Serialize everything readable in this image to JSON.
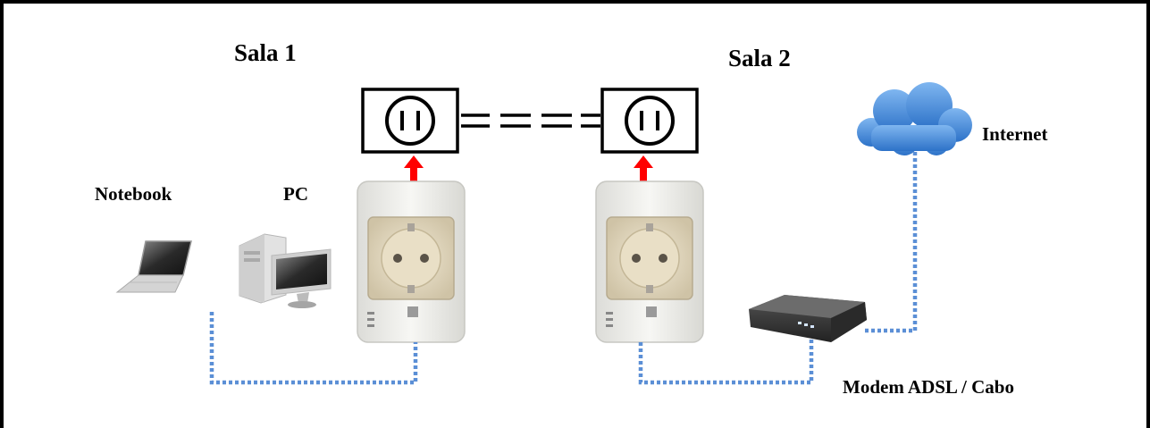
{
  "rooms": {
    "room1": "Sala 1",
    "room2": "Sala 2"
  },
  "devices": {
    "notebook": "Notebook",
    "pc": "PC",
    "internet": "Internet",
    "modem": "Modem ADSL / Cabo"
  },
  "colors": {
    "border": "#000000",
    "cable": "#5b8fd6",
    "arrow": "#ff0000",
    "adapter_body": "#f1f1ee",
    "socket_face": "#e6dcc4",
    "cloud": "#3d86d9",
    "modem_body": "#3a3a3a"
  }
}
